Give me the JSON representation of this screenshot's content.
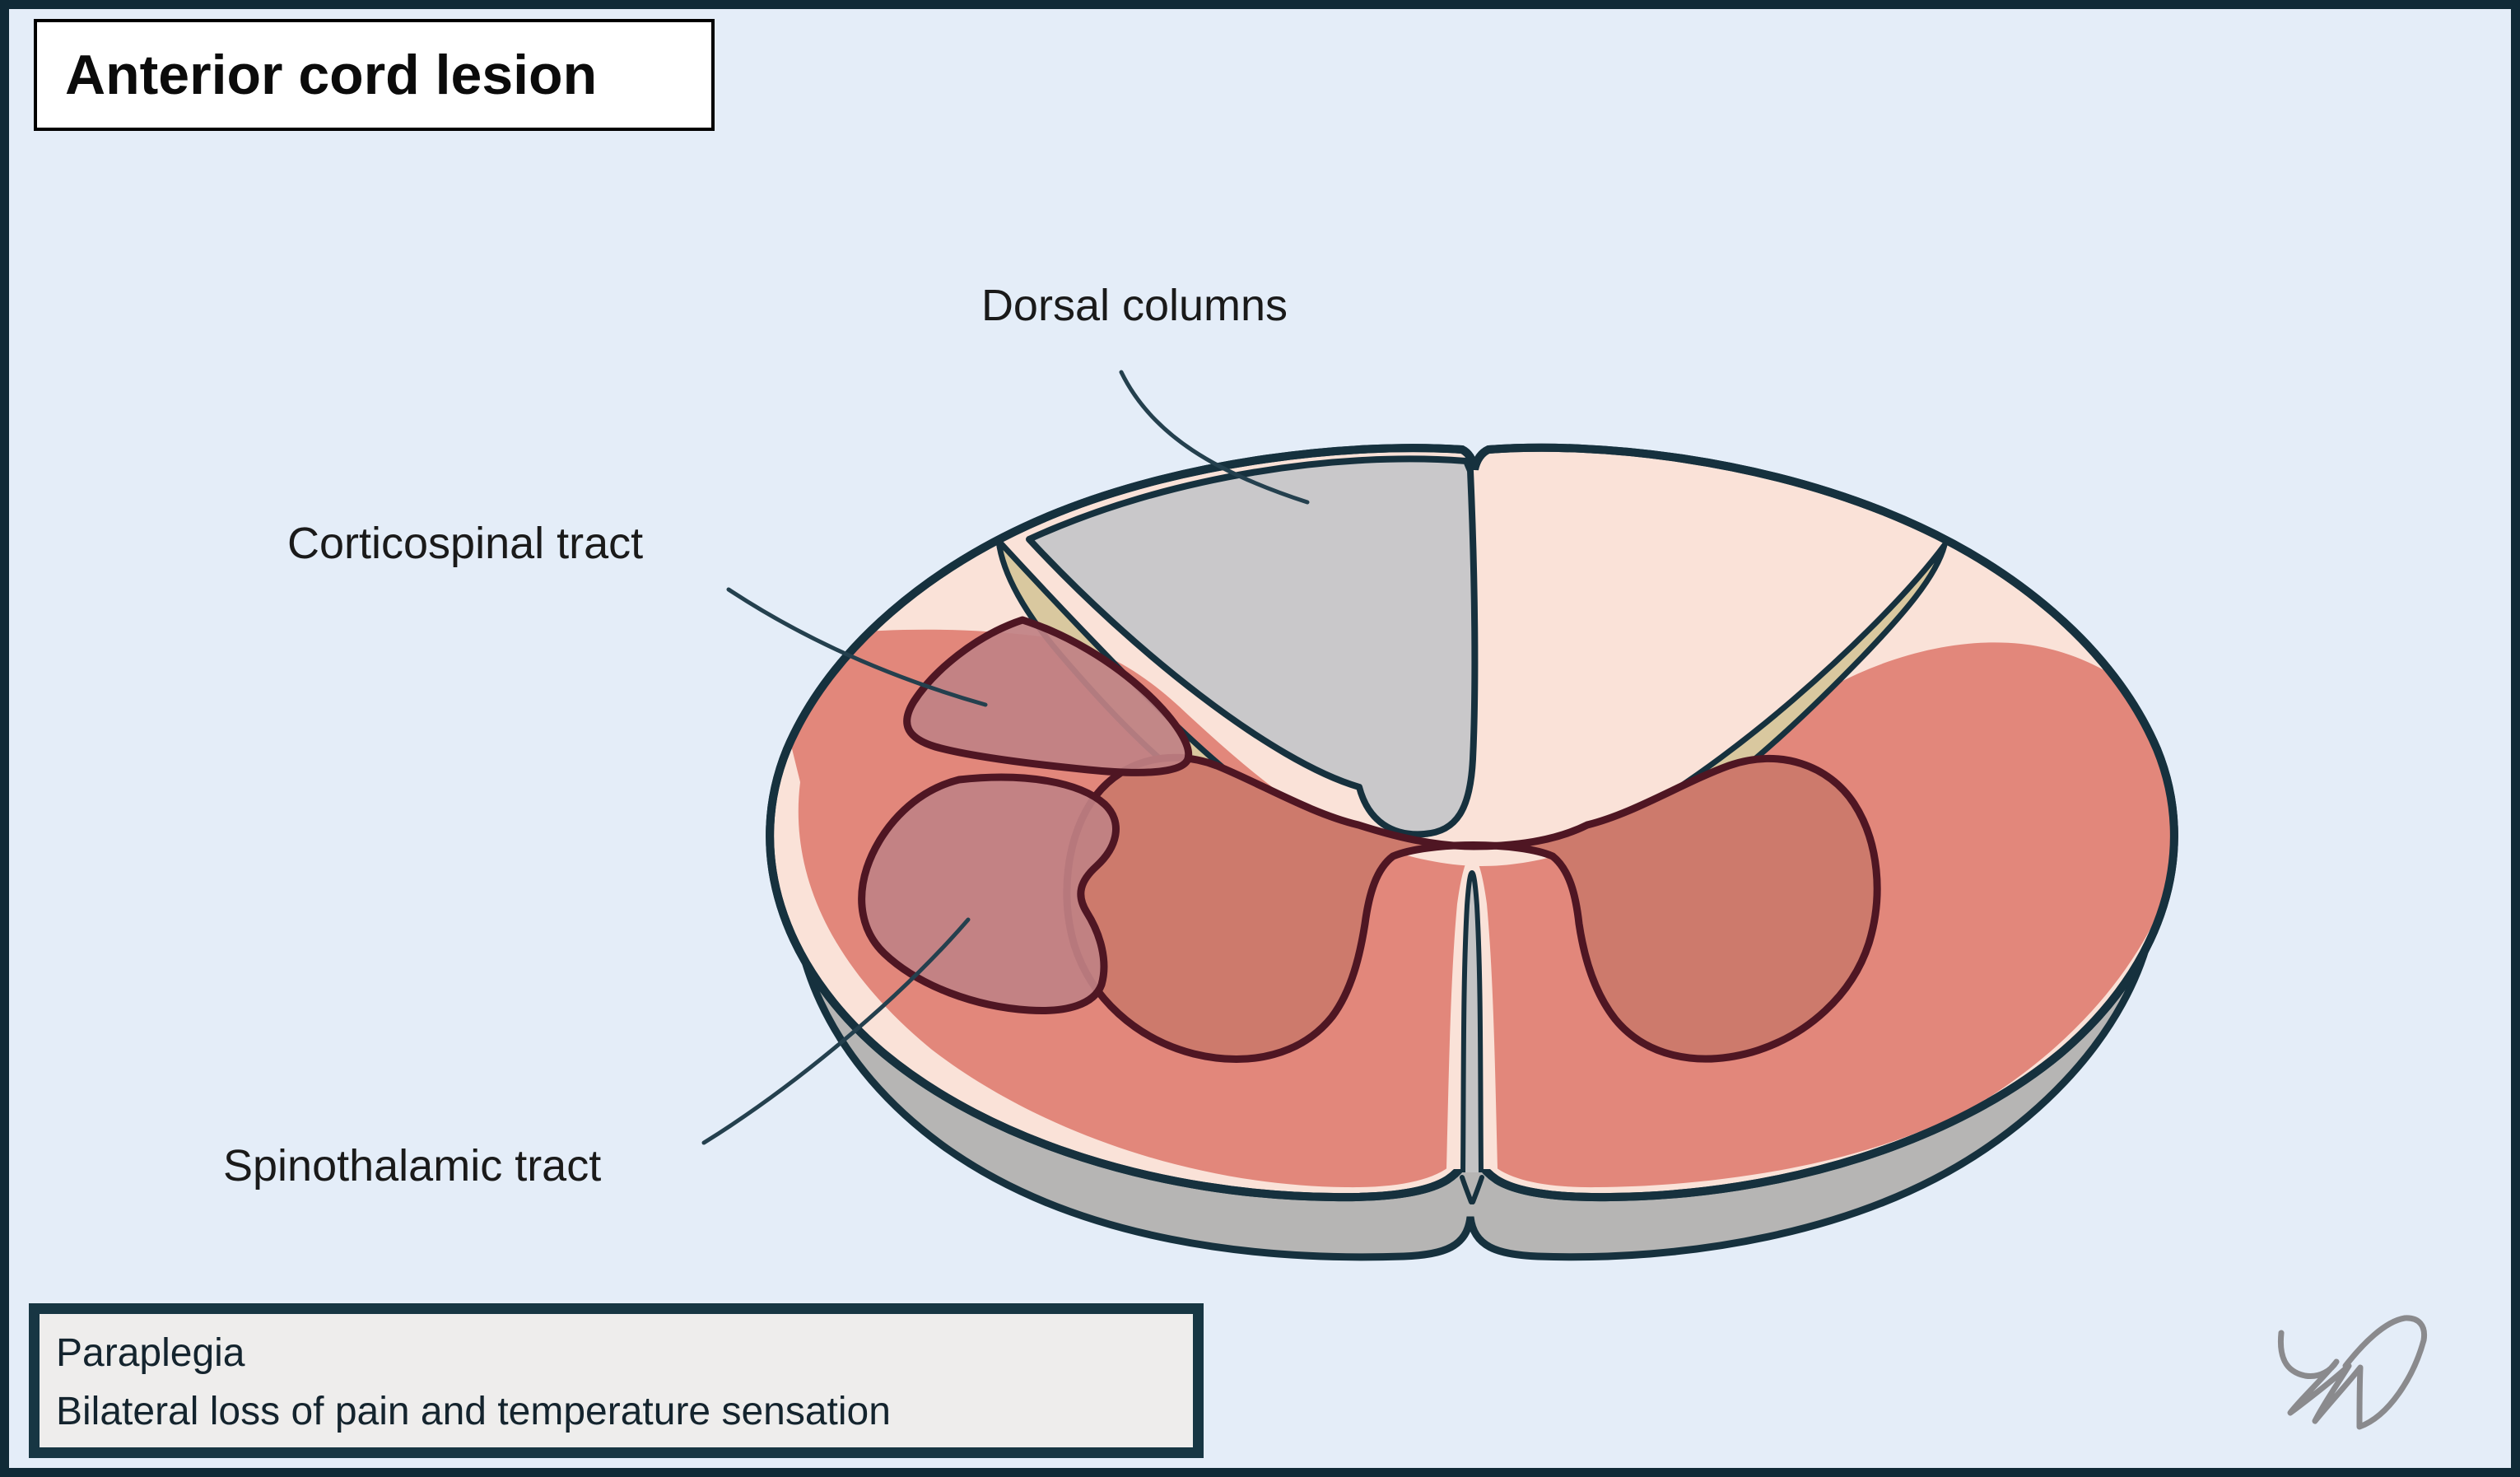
{
  "title": "Anterior cord lesion",
  "diagram": {
    "type": "spinal-cord-cross-section",
    "condition": "Anterior cord lesion",
    "labels": {
      "dorsal_columns": "Dorsal columns",
      "corticospinal_tract": "Corticospinal tract",
      "spinothalamic_tract": "Spinothalamic tract"
    }
  },
  "caption": {
    "line1": "Paraplegia",
    "line2": "Bilateral loss of pain and temperature sensation"
  },
  "colors": {
    "background": "#e4edf8",
    "frame": "#102a37",
    "cord_outline": "#16313e",
    "white_matter_cream": "#fae2d8",
    "infarct_salmon": "#e2877b",
    "gray_matter_red": "#cd7a6c",
    "gray_matter_outline": "#4f1623",
    "tract_highlight_mauve": "#c08184",
    "dorsal_columns_gray": "#c9c8ca",
    "shadow_gray": "#b6b5b4",
    "dorsal_horn_tan": "#d9c89f",
    "fissure_gray": "#c3c3c4",
    "leader_line": "#24404e",
    "label_text": "#1a1a1a",
    "title_bg": "#ffffff",
    "title_border": "#000000",
    "caption_bg": "#eeedec",
    "caption_border": "#173643",
    "signature_gray": "#8a8a8d"
  }
}
